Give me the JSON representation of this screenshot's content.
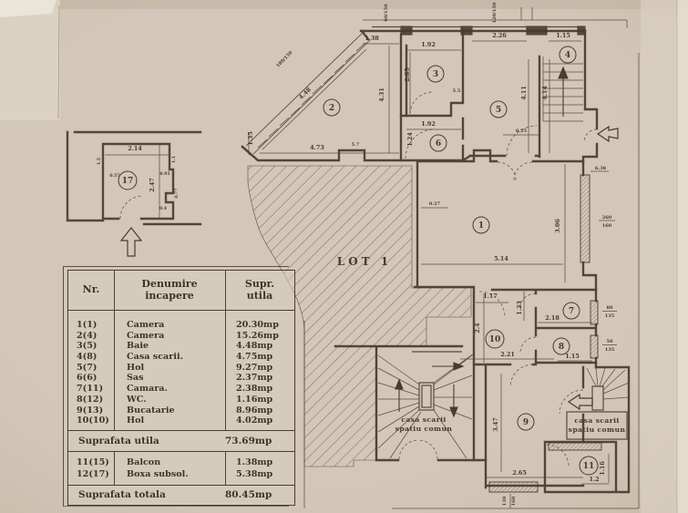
{
  "table": {
    "headers": {
      "nr": "Nr.",
      "name_line1": "Denumire",
      "name_line2": "incapere",
      "area_line1": "Supr.",
      "area_line2": "utila"
    },
    "rows": [
      {
        "nr": "1(1)",
        "name": "Camera",
        "area": "20.30mp"
      },
      {
        "nr": "2(4)",
        "name": "Camera",
        "area": "15.26mp"
      },
      {
        "nr": "3(5)",
        "name": "Baie",
        "area": "4.48mp"
      },
      {
        "nr": "4(8)",
        "name": "Casa scarii.",
        "area": "4.75mp"
      },
      {
        "nr": "5(7)",
        "name": "Hol",
        "area": "9.27mp"
      },
      {
        "nr": "6(6)",
        "name": "Sas",
        "area": "2.37mp"
      },
      {
        "nr": "7(11)",
        "name": "Camara.",
        "area": "2.38mp"
      },
      {
        "nr": "8(12)",
        "name": "WC.",
        "area": "1.16mp"
      },
      {
        "nr": "9(13)",
        "name": "Bucatarie",
        "area": "8.96mp"
      },
      {
        "nr": "10(10)",
        "name": "Hol",
        "area": "4.02mp"
      }
    ],
    "subtotal": {
      "label": "Suprafata utila",
      "value": "73.69mp"
    },
    "extra_rows": [
      {
        "nr": "11(15)",
        "name": "Balcon",
        "area": "1.38mp"
      },
      {
        "nr": "12(17)",
        "name": "Boxa subsol.",
        "area": "5.38mp"
      }
    ],
    "total": {
      "label": "Suprafata totala",
      "value": "80.45mp"
    }
  },
  "plan": {
    "lot_label": "LOT 1",
    "stair_common_line1": "casa scarii",
    "stair_common_line2": "spatiu comun",
    "rooms": {
      "r1": "1",
      "r2": "2",
      "r3": "3",
      "r4": "4",
      "r5": "5",
      "r6": "6",
      "r7": "7",
      "r8": "8",
      "r9": "9",
      "r10": "10",
      "r11": "11",
      "r17": "17"
    },
    "dims": {
      "a138": "1.38",
      "a192": "1.92",
      "a226": "2.26",
      "a115": "1.15",
      "a448": "4.48",
      "a431": "4.31",
      "a135": "1.35",
      "a473": "4.73",
      "a57": "5.7",
      "a285": "2.85",
      "b192": "1.92",
      "a124": "1.24",
      "a411": "4.11",
      "a414": "4.14",
      "a025": "0.25",
      "a55": "5.5",
      "a027": "0.27",
      "a514": "5.14",
      "a306": "3.06",
      "a638": "6.38",
      "a117": "1.17",
      "a123": "1.23",
      "a24": "2.4",
      "a218": "2.18",
      "a221": "2.21",
      "b115": "1.15",
      "a347": "3.47",
      "a265": "2.65",
      "a116": "1.16",
      "a12": "1.2",
      "a214": "2.14",
      "a247": "2.47",
      "a15": "1.5",
      "a057": "0.57",
      "a11": "1.1",
      "a095": "0.95",
      "a077": "0.77",
      "a04": "0.4"
    },
    "windows": {
      "w260": "260",
      "w160": "160",
      "w80": "80",
      "w135": "135",
      "w50": "50",
      "w135b": "135",
      "w130": "130",
      "w160b": "160",
      "w60150": "60/150",
      "w120150": "120/150",
      "w180150": "180/150"
    }
  },
  "colors": {
    "paper": "#d2c7b8",
    "ink": "#4a3e2f"
  }
}
